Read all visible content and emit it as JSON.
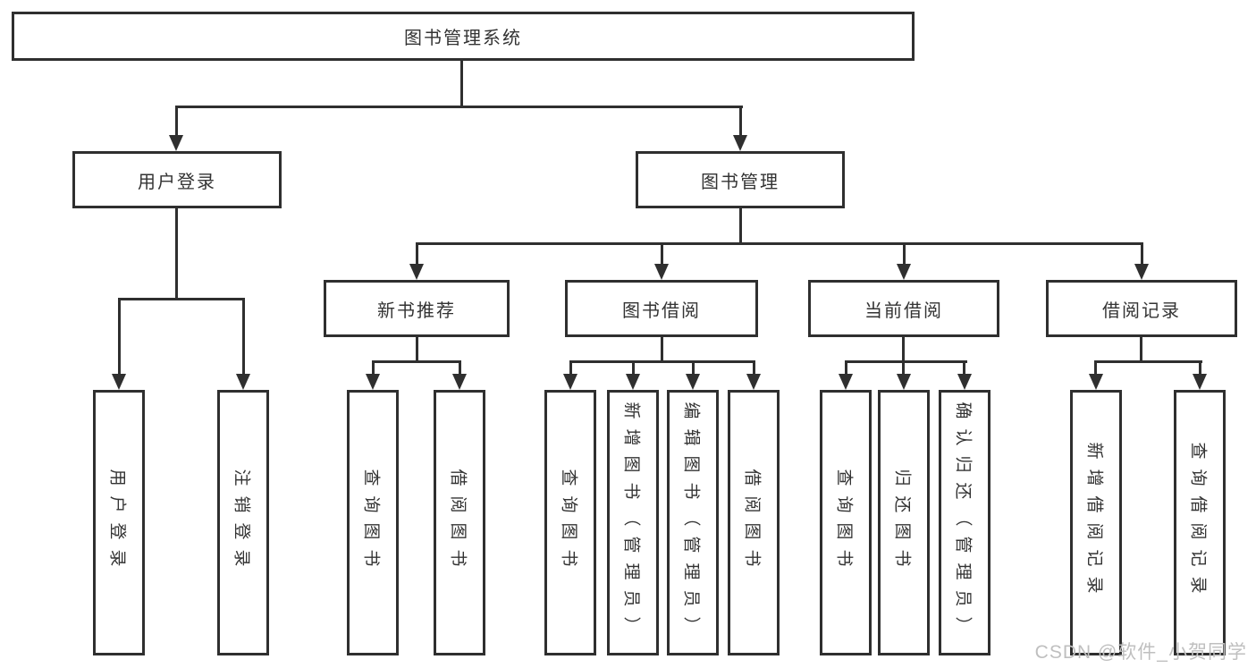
{
  "tree": {
    "root": {
      "label": "图书管理系统"
    },
    "children": [
      {
        "label": "用户登录",
        "children": [
          {
            "label": "用户登录"
          },
          {
            "label": "注销登录"
          }
        ]
      },
      {
        "label": "图书管理",
        "children": [
          {
            "label": "新书推荐",
            "children": [
              {
                "label": "查询图书"
              },
              {
                "label": "借阅图书"
              }
            ]
          },
          {
            "label": "图书借阅",
            "children": [
              {
                "label": "查询图书"
              },
              {
                "label": "新增图书（管理员）"
              },
              {
                "label": "编辑图书（管理员）"
              },
              {
                "label": "借阅图书"
              }
            ]
          },
          {
            "label": "当前借阅",
            "children": [
              {
                "label": "查询图书"
              },
              {
                "label": "归还图书"
              },
              {
                "label": "确认归还（管理员）"
              }
            ]
          },
          {
            "label": "借阅记录",
            "children": [
              {
                "label": "新增借阅记录"
              },
              {
                "label": "查询借阅记录"
              }
            ]
          }
        ]
      }
    ]
  },
  "watermark": {
    "text": "CSDN @软件_小贺同学"
  },
  "colors": {
    "line": "#2f2f2f",
    "text": "#333333",
    "watermark": "#bfbfbf",
    "background": "#ffffff"
  }
}
